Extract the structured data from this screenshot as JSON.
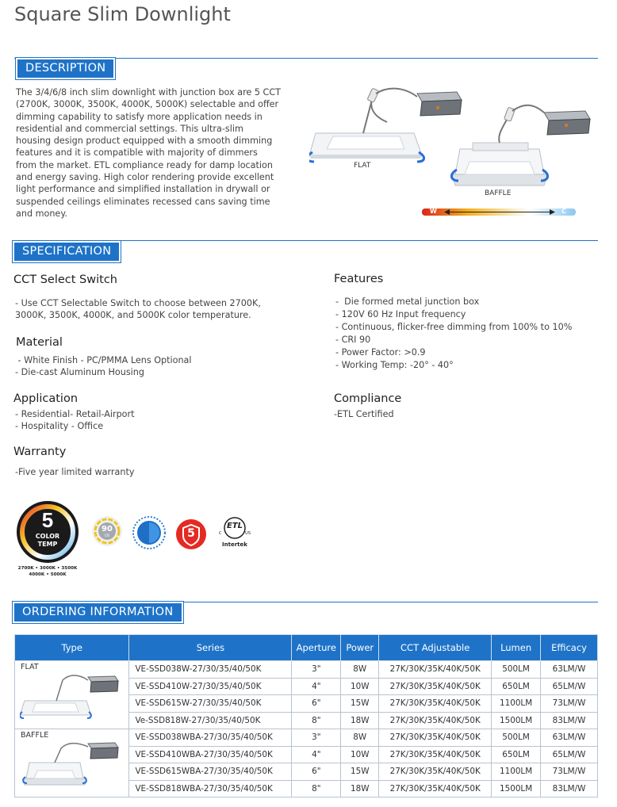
{
  "title": "Square Slim Downlight",
  "sections": {
    "description": "DESCRIPTION",
    "specification": "SPECIFICATION",
    "ordering": "ORDERING INFORMATION"
  },
  "description_lines": [
    "The 3/4/6/8 inch slim downlight with junction box are 5 CCT",
    "(2700K, 3000K, 3500K, 4000K, 5000K) selectable and offer",
    "dimming capability to satisfy more application needs in",
    "residential and commercial settings. This ultra-slim",
    "housing design product equipped with a smooth dimming",
    "features and it is compatible with majority of dimmers",
    "from the market. ETL compliance ready for damp location",
    "and energy saving. High color rendering provide excellent",
    "light performance and simplified installation in drywall or",
    "suspended ceilings eliminates recessed cans saving time",
    "and money."
  ],
  "product_images": {
    "flat_label": "FLAT",
    "baffle_label": "BAFFLE",
    "gradient_w": "W",
    "gradient_c": "C"
  },
  "spec": {
    "cct": {
      "heading": "CCT Select Switch",
      "lines": [
        "- Use CCT Selectable Switch to choose between 2700K,",
        "3000K, 3500K, 4000K, and 5000K color temperature."
      ]
    },
    "material": {
      "heading": "Material",
      "lines": [
        " - White Finish - PC/PMMA Lens Optional",
        "- Die-cast Aluminum Housing"
      ]
    },
    "application": {
      "heading": "Application",
      "lines": [
        "- Residential- Retail-Airport",
        "- Hospitality - Office"
      ]
    },
    "warranty": {
      "heading": "Warranty",
      "lines": [
        "-Five year limited warranty"
      ]
    },
    "features": {
      "heading": "Features",
      "lines": [
        "-  Die formed metal junction box",
        "- 120V 60 Hz Input frequency",
        "- Continuous, flicker-free dimming from 100% to 10%",
        "- CRI 90",
        "- Power Factor: >0.9",
        "- Working Temp: -20° - 40°"
      ]
    },
    "compliance": {
      "heading": "Compliance",
      "lines": [
        "-ETL Certified"
      ]
    }
  },
  "badges": {
    "cct_number": "5",
    "cct_label1": "COLOR",
    "cct_label2": "TEMP",
    "cct_caption1": "2700K • 3000K • 3500K",
    "cct_caption2": "4000K • 5000K",
    "cri_value": "90",
    "cri_label": "CRI",
    "warranty_years": "5",
    "etl_mark": "ETL",
    "etl_c": "C",
    "etl_us": "US",
    "etl_brand": "Intertek"
  },
  "colors": {
    "accent": "#1e73c8",
    "gradient": [
      "#d9261c",
      "#f3b11c",
      "#ffffff",
      "#8dc8ee"
    ]
  },
  "table": {
    "headers": [
      "Type",
      "Series",
      "Aperture",
      "Power",
      "CCT Adjustable",
      "Lumen",
      "Efficacy"
    ],
    "groups": [
      {
        "type": "FLAT",
        "rows": [
          [
            "VE-SSD038W-27/30/35/40/50K",
            "3\"",
            "8W",
            "27K/30K/35K/40K/50K",
            "500LM",
            "63LM/W"
          ],
          [
            "VE-SSD410W-27/30/35/40/50K",
            "4\"",
            "10W",
            "27K/30K/35K/40K/50K",
            "650LM",
            "65LM/W"
          ],
          [
            "VE-SSD615W-27/30/35/40/50K",
            "6\"",
            "15W",
            "27K/30K/35K/40K/50K",
            "1100LM",
            "73LM/W"
          ],
          [
            "Ve-SSD818W-27/30/35/40/50K",
            "8\"",
            "18W",
            "27K/30K/35K/40K/50K",
            "1500LM",
            "83LM/W"
          ]
        ]
      },
      {
        "type": "BAFFLE",
        "rows": [
          [
            "VE-SSD038WBA-27/30/35/40/50K",
            "3\"",
            "8W",
            "27K/30K/35K/40K/50K",
            "500LM",
            "63LM/W"
          ],
          [
            "VE-SSD410WBA-27/30/35/40/50K",
            "4\"",
            "10W",
            "27K/30K/35K/40K/50K",
            "650LM",
            "65LM/W"
          ],
          [
            "VE-SSD615WBA-27/30/35/40/50K",
            "6\"",
            "15W",
            "27K/30K/35K/40K/50K",
            "1100LM",
            "73LM/W"
          ],
          [
            "VE-SSD818WBA-27/30/35/40/50K",
            "8\"",
            "18W",
            "27K/30K/35K/40K/50K",
            "1500LM",
            "83LM/W"
          ]
        ]
      }
    ]
  }
}
